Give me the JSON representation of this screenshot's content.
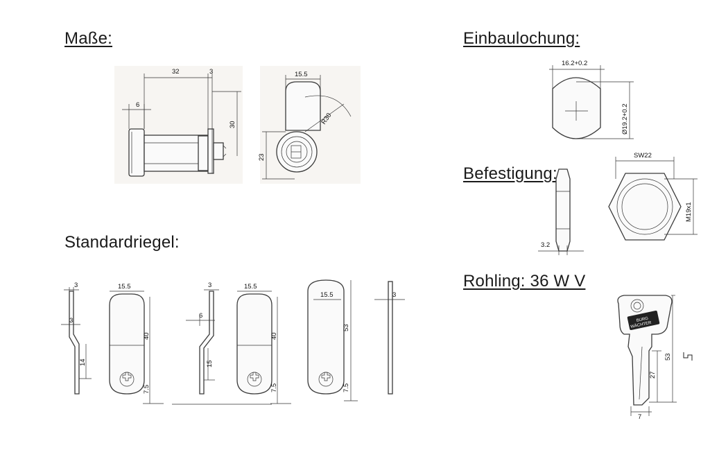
{
  "headings": {
    "masse": "Maße:",
    "standardriegel": "Standardriegel:",
    "einbaulochung": "Einbaulochung:",
    "befestigung": "Befestigung:",
    "rohling": "Rohling: 36 W V"
  },
  "dims": {
    "lock_32": "32",
    "lock_3": "3",
    "lock_6": "6",
    "lock_30": "30",
    "lock_155": "15.5",
    "lock_23": "23",
    "lock_r30": "R30",
    "hole_w": "16.2+0.2",
    "hole_h": "Ø19.2+0.2",
    "nut_sw": "SW22",
    "nut_thread": "M19x1",
    "nut_32": "3.2",
    "key_53": "53",
    "key_27": "27",
    "key_7": "7",
    "key_brand_1": "BURG",
    "key_brand_2": "WÄCHTER",
    "c1_3a": "3",
    "c1_3b": "3",
    "c1_14": "14",
    "c1_155": "15.5",
    "c1_40": "40",
    "c1_75": "7.5",
    "c2_3": "3",
    "c2_6": "6",
    "c2_15": "15",
    "c2_155": "15.5",
    "c2_40": "40",
    "c2_75": "7.5",
    "c3_155": "15.5",
    "c3_53": "53",
    "c3_75": "7.5",
    "c3_3": "3"
  }
}
